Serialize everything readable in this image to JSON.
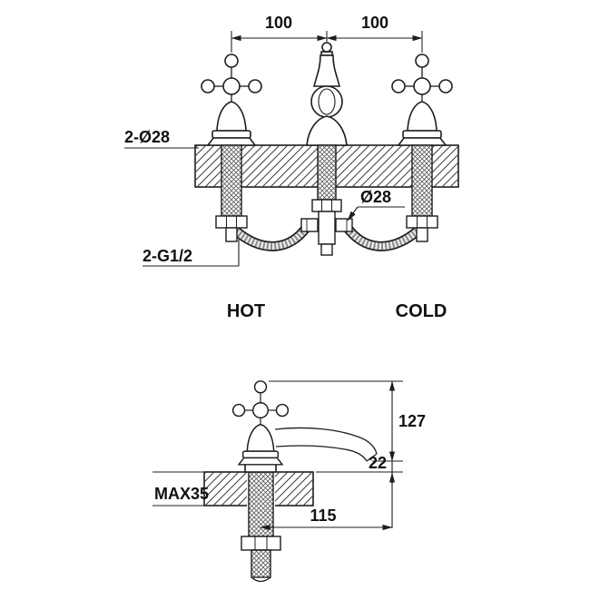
{
  "front_view": {
    "dim_left": "100",
    "dim_right": "100",
    "hole_dia": "2-Ø28",
    "nut_dia": "Ø28",
    "thread_size": "2-G1/2",
    "hot_label": "HOT",
    "cold_label": "COLD"
  },
  "side_view": {
    "height_dim": "127",
    "clearance_dim": "22",
    "max_thickness": "MAX35",
    "reach_dim": "115"
  },
  "colors": {
    "line": "#1d1d1d",
    "background": "#ffffff"
  }
}
